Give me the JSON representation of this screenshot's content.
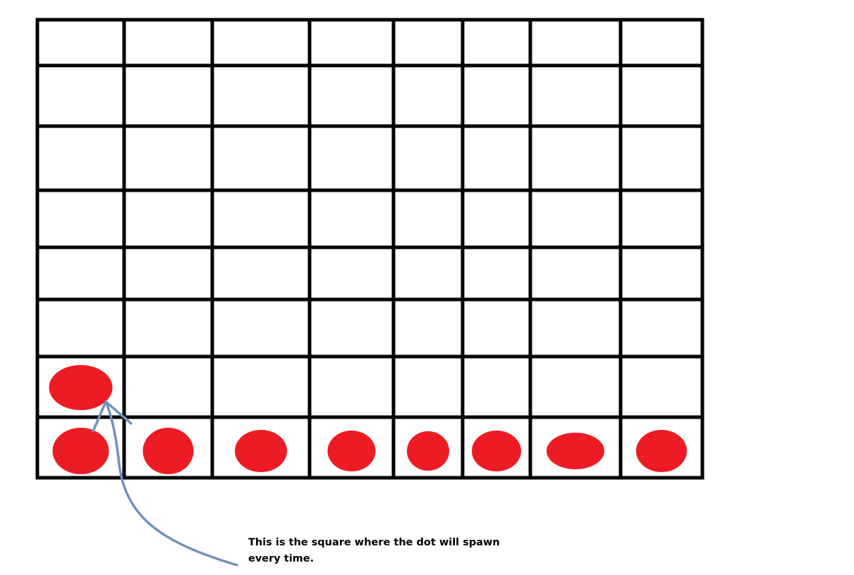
{
  "grid": {
    "rows": 8,
    "columns": 8,
    "line_color": "#000000"
  },
  "dots": {
    "color": "#ed1c24",
    "cells": [
      {
        "row": 7,
        "col": 1
      },
      {
        "row": 8,
        "col": 1
      },
      {
        "row": 8,
        "col": 2
      },
      {
        "row": 8,
        "col": 3
      },
      {
        "row": 8,
        "col": 4
      },
      {
        "row": 8,
        "col": 5
      },
      {
        "row": 8,
        "col": 6
      },
      {
        "row": 8,
        "col": 7
      },
      {
        "row": 8,
        "col": 8
      }
    ]
  },
  "arrow": {
    "color": "#7092be",
    "target_cell": {
      "row": 7,
      "col": 1
    }
  },
  "annotation": {
    "line1": "This is the square where the dot will spawn",
    "line2": "every time."
  }
}
